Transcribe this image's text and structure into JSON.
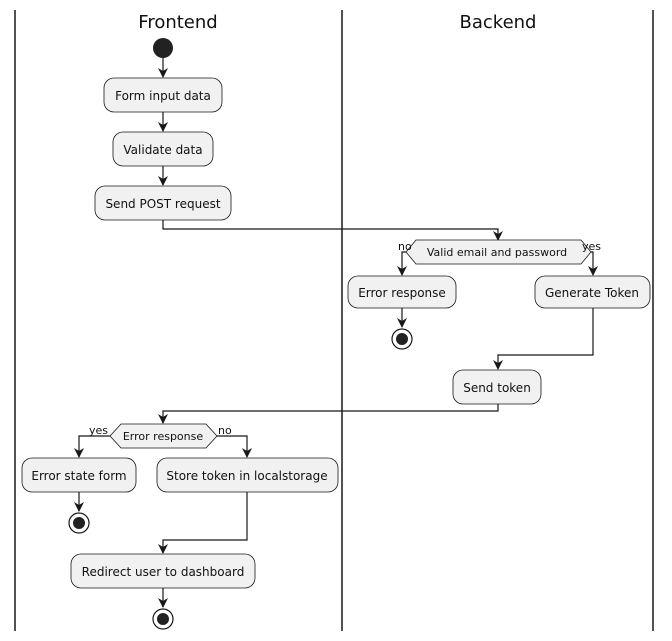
{
  "diagram": {
    "lanes": [
      {
        "title": "Frontend"
      },
      {
        "title": "Backend"
      }
    ],
    "nodes": {
      "form_input": "Form input data",
      "validate": "Validate data",
      "send_post": "Send POST request",
      "decision_valid": "Valid email and password",
      "error_response": "Error response",
      "generate_token": "Generate Token",
      "send_token": "Send token",
      "decision_error": "Error response",
      "error_state": "Error state form",
      "store_token": "Store token in localstorage",
      "redirect": "Redirect user to dashboard"
    },
    "branch_labels": {
      "valid_no": "no",
      "valid_yes": "yes",
      "error_yes": "yes",
      "error_no": "no"
    }
  },
  "colors": {
    "node_fill": "#f1f1f1",
    "node_stroke": "#181818",
    "line": "#181818"
  }
}
